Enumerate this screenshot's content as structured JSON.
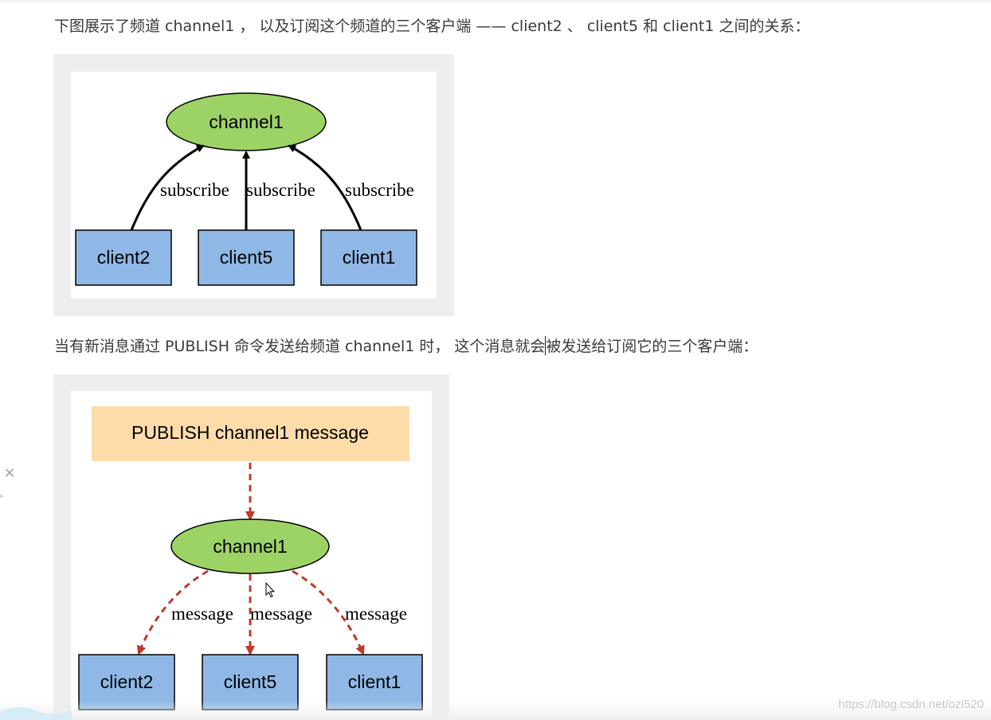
{
  "paragraphs": {
    "intro": "下图展示了频道 channel1 ， 以及订阅这个频道的三个客户端 —— client2 、 client5 和 client1 之间的关系：",
    "publish_before": "当有新消息通过 PUBLISH 命令发送给频道 channel1 时， 这个消息就会",
    "publish_after": "被发送给订阅它的三个客户端："
  },
  "figure_subscribe": {
    "channel": "channel1",
    "clients": [
      "client2",
      "client5",
      "client1"
    ],
    "edge_labels": [
      "subscribe",
      "subscribe",
      "subscribe"
    ]
  },
  "figure_publish": {
    "command": "PUBLISH channel1 message",
    "channel": "channel1",
    "clients": [
      "client2",
      "client5",
      "client1"
    ],
    "edge_labels": [
      "message",
      "message",
      "message"
    ]
  },
  "colors": {
    "channel_fill": "#9dd365",
    "client_fill": "#8fb8e6",
    "command_fill": "#fddcaa",
    "message_arrow": "#c0392b",
    "subscribe_arrow": "#000000"
  },
  "watermark": "https://blog.csdn.net/ozl520",
  "close_icon": "×",
  "side_glyph": "。"
}
